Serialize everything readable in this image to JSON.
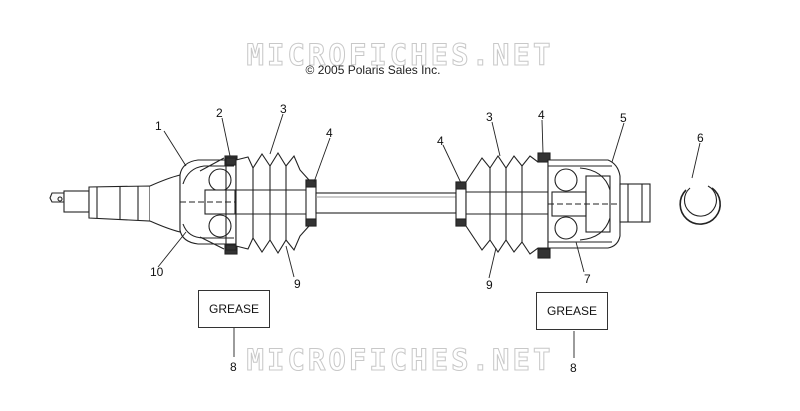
{
  "watermark": {
    "top": "MICROFICHES.NET",
    "bottom": "MICROFICHES.NET"
  },
  "copyright": "© 2005 Polaris Sales Inc.",
  "callouts": {
    "c1": "1",
    "c2": "2",
    "c3a": "3",
    "c4a": "4",
    "c3b": "3",
    "c4b": "4",
    "c4c": "4",
    "c5": "5",
    "c6": "6",
    "c7": "7",
    "c9a": "9",
    "c9b": "9",
    "c10": "10",
    "c8a": "8",
    "c8b": "8"
  },
  "grease_boxes": {
    "left": "GREASE",
    "right": "GREASE"
  }
}
